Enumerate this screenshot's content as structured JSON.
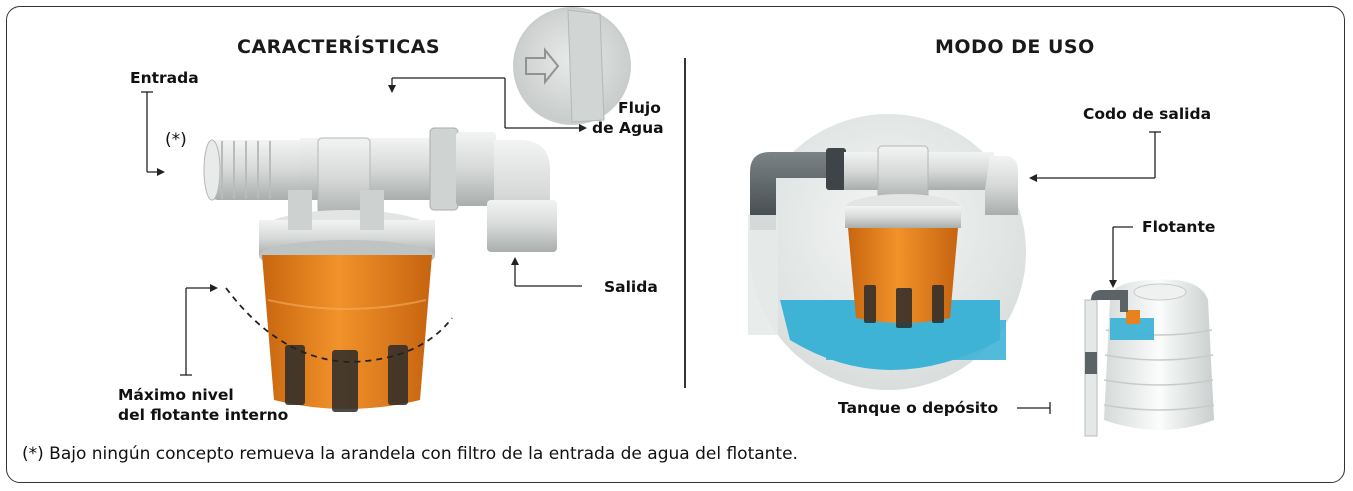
{
  "left": {
    "title": "CARACTERÍSTICAS",
    "labels": {
      "inlet": "Entrada",
      "asterisk": "(*)",
      "flow_line1": "Flujo",
      "flow_line2": "de Agua",
      "outlet": "Salida",
      "max_level_line1": "Máximo nivel",
      "max_level_line2": "del flotante interno"
    }
  },
  "right": {
    "title": "MODO DE USO",
    "labels": {
      "elbow": "Codo de salida",
      "float": "Flotante",
      "tank": "Tanque o depósito"
    }
  },
  "footnote": "(*) Bajo ningún concepto remueva la arandela con filtro de la entrada de agua del flotante.",
  "colors": {
    "orange": "#e8821e",
    "valve_gray": "#d9dcdb",
    "water": "#3fb3d6",
    "dark_pipe": "#5c6366"
  }
}
